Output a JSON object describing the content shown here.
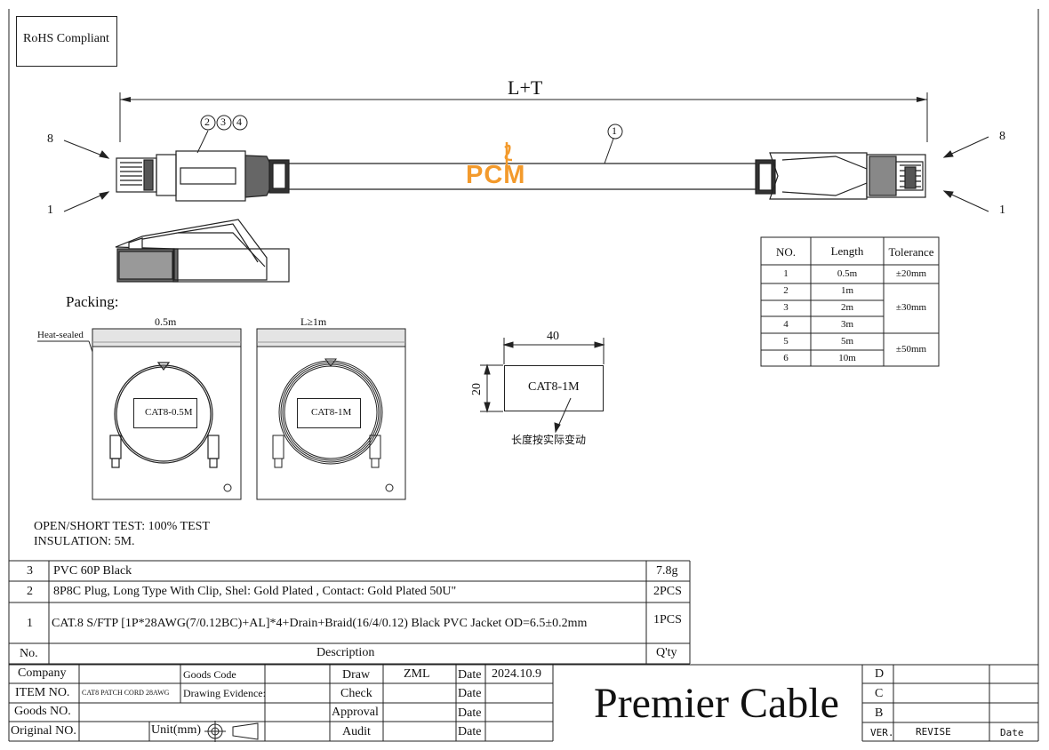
{
  "compliance_label": "RoHS Compliant",
  "dimension_label": "L+T",
  "callouts": {
    "jacket": "1",
    "plug_group": [
      "2",
      "3",
      "4"
    ],
    "left_pin_top": "8",
    "left_pin_bottom": "1",
    "right_pin_top": "8",
    "right_pin_bottom": "1"
  },
  "watermark_logo": "PCM",
  "length_table": {
    "headers": {
      "no": "NO.",
      "length": "Length",
      "tolerance": "Tolerance"
    },
    "rows": [
      {
        "no": "1",
        "length": "0.5m"
      },
      {
        "no": "2",
        "length": "1m"
      },
      {
        "no": "3",
        "length": "2m"
      },
      {
        "no": "4",
        "length": "3m"
      },
      {
        "no": "5",
        "length": "5m"
      },
      {
        "no": "6",
        "length": "10m"
      }
    ],
    "tolerances": [
      "±20mm",
      "±30mm",
      "±50mm"
    ]
  },
  "packing": {
    "title": "Packing:",
    "heat_sealed": "Heat-sealed",
    "bag1_size": "0.5m",
    "bag1_label": "CAT8-0.5M",
    "bag2_size": "L≥1m",
    "bag2_label": "CAT8-1M"
  },
  "label_drawing": {
    "width": "40",
    "height": "20",
    "text": "CAT8-1M",
    "note": "长度按实际变动"
  },
  "test_notes": [
    "OPEN/SHORT TEST: 100% TEST",
    "INSULATION: 5M."
  ],
  "bom": {
    "rows": [
      {
        "no": "3",
        "description": "PVC 60P Black",
        "qty": "7.8g"
      },
      {
        "no": "2",
        "description": "8P8C Plug, Long Type With Clip, Shel: Gold Plated , Contact: Gold Plated 50U\"",
        "qty": "2PCS"
      },
      {
        "no": "1",
        "description": "CAT.8 S/FTP [1P*28AWG(7/0.12BC)+AL]*4+Drain+Braid(16/4/0.12) Black PVC Jacket  OD=6.5±0.2mm",
        "qty": "1PCS"
      }
    ],
    "header": {
      "no": "No.",
      "description": "Description",
      "qty": "Q'ty"
    }
  },
  "title_block": {
    "company": "Company",
    "goods_code": "Goods Code",
    "item_no": "ITEM NO.",
    "item_no_value": "CAT8 PATCH CORD 28AWG",
    "drawing_evidence": "Drawing Evidence:",
    "goods_no": "Goods NO.",
    "original_no": "Original NO.",
    "unit": "Unit(mm)",
    "draw": "Draw",
    "draw_value": "ZML",
    "date": "Date",
    "draw_date": "2024.10.9",
    "check": "Check",
    "approval": "Approval",
    "audit": "Audit",
    "company_name": "Premier Cable",
    "revisions": [
      "D",
      "C",
      "B"
    ],
    "ver": "VER.",
    "revise": "REVISE",
    "rev_date": "Date"
  }
}
